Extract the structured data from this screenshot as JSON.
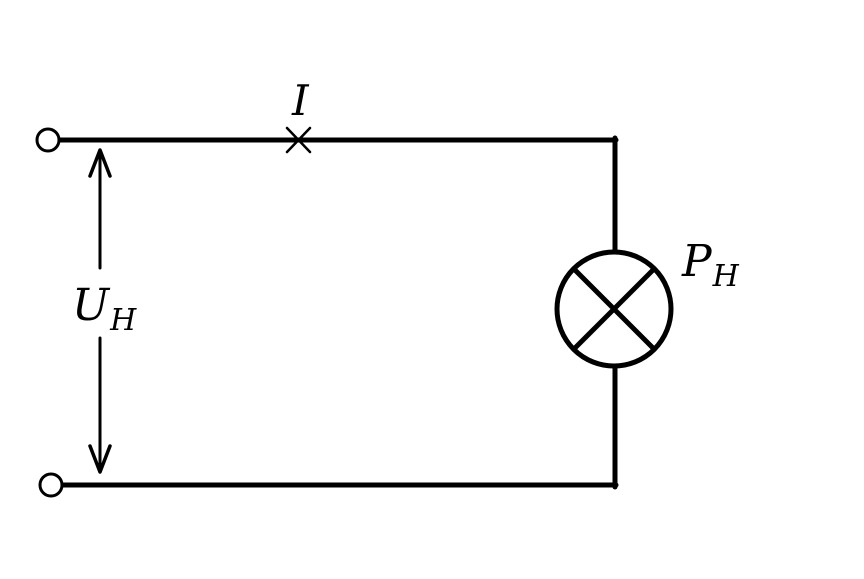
{
  "diagram": {
    "current_label": "I",
    "voltage_label": {
      "main": "U",
      "sub": "H"
    },
    "power_label": {
      "main": "P",
      "sub": "H"
    },
    "colors": {
      "line": "#000000",
      "background": "#ffffff"
    },
    "components": {
      "terminals": "open-circle-terminal",
      "current_marker": "cross-marker",
      "voltage_indicator": "double-arrow",
      "load": "lamp-symbol"
    }
  }
}
